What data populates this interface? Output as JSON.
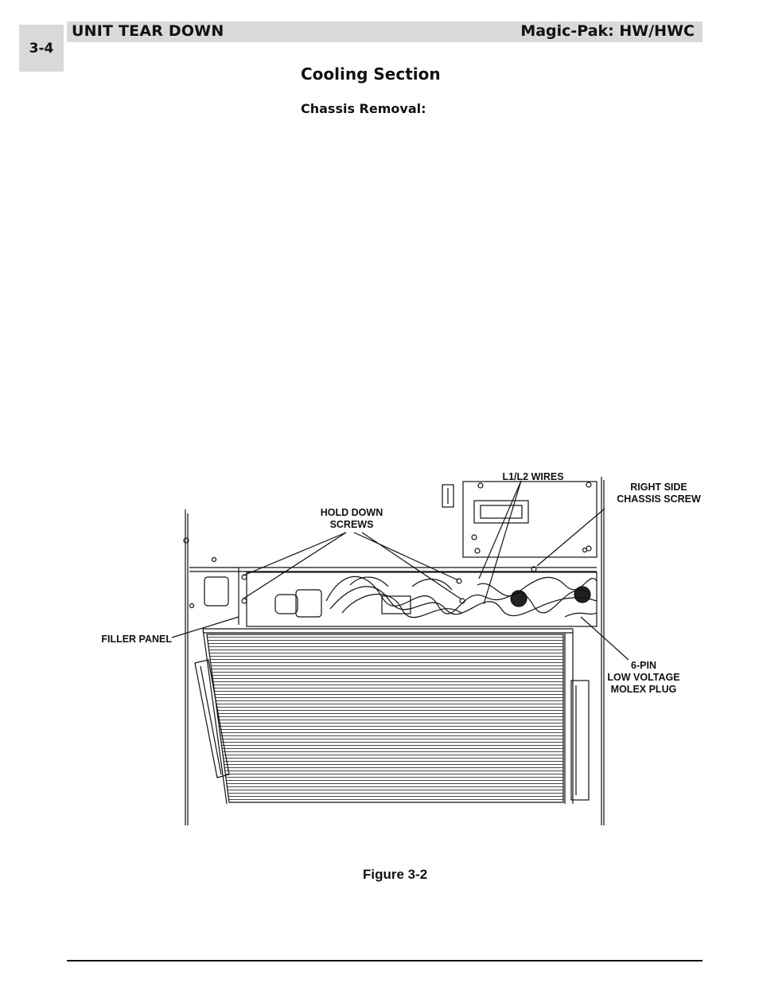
{
  "page": {
    "number": "3-4",
    "header_left": "UNIT TEAR DOWN",
    "header_right": "Magic-Pak: HW/HWC"
  },
  "section": {
    "title": "Cooling Section",
    "subtitle": "Chassis Removal:"
  },
  "figure": {
    "caption": "Figure 3-2",
    "callouts": {
      "l1l2": "L1/L2 WIRES",
      "right_screw_1": "RIGHT SIDE",
      "right_screw_2": "CHASSIS SCREW",
      "hold_down_1": "HOLD DOWN",
      "hold_down_2": "SCREWS",
      "filler": "FILLER PANEL",
      "molex_1": "6-PIN",
      "molex_2": "LOW VOLTAGE",
      "molex_3": "MOLEX PLUG"
    }
  }
}
